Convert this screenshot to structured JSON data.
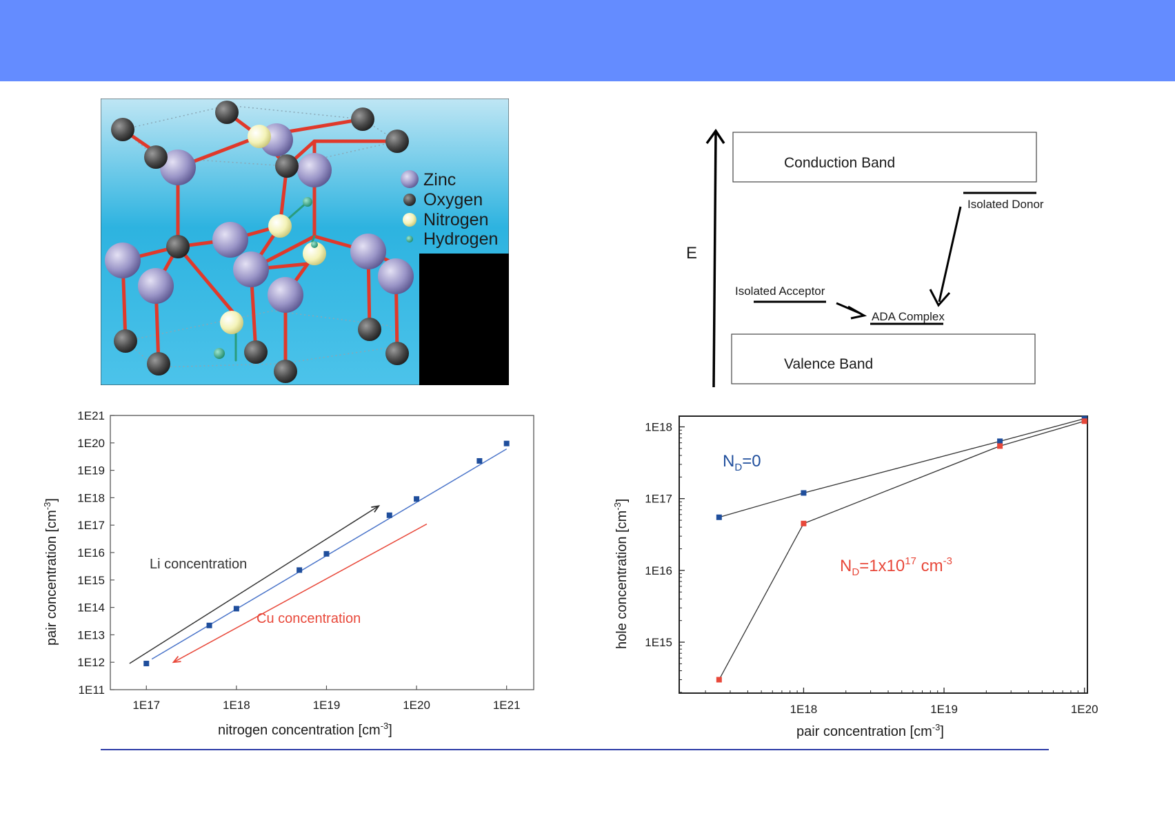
{
  "structure": {
    "legend": [
      {
        "label": "Zinc",
        "color": "#9a95c7",
        "icon": "zinc-atom-icon"
      },
      {
        "label": "Oxygen",
        "color": "#4a4a4a",
        "icon": "oxygen-atom-icon"
      },
      {
        "label": "Nitrogen",
        "color": "#f4f3b8",
        "icon": "nitrogen-atom-icon"
      },
      {
        "label": "Hydrogen",
        "color": "#2a9c7c",
        "icon": "hydrogen-atom-icon"
      }
    ]
  },
  "band_diagram": {
    "axis_label": "E",
    "conduction_band": "Conduction Band",
    "valence_band": "Valence Band",
    "donor": "Isolated Donor",
    "acceptor": "Isolated Acceptor",
    "complex": "ADA Complex"
  },
  "chart_data": [
    {
      "type": "scatter",
      "xlabel": "nitrogen concentration [cm",
      "xlabel_sup": "-3",
      "xlabel_end": "]",
      "ylabel": "pair concentration [cm",
      "ylabel_sup": "-3",
      "ylabel_end": "]",
      "x_scale": "log",
      "y_scale": "log",
      "xlim": [
        3.98e+16,
        2e+21
      ],
      "ylim": [
        100000000000.0,
        1e+21
      ],
      "x_ticks": [
        "1E17",
        "1E18",
        "1E19",
        "1E20",
        "1E21"
      ],
      "y_ticks": [
        "1E11",
        "1E12",
        "1E13",
        "1E14",
        "1E15",
        "1E16",
        "1E17",
        "1E18",
        "1E19",
        "1E20",
        "1E21"
      ],
      "points": [
        {
          "x": 1e+17,
          "y": 900000000000.0
        },
        {
          "x": 5e+17,
          "y": 22000000000000.0
        },
        {
          "x": 1e+18,
          "y": 90000000000000.0
        },
        {
          "x": 5e+18,
          "y": 2300000000000000.0
        },
        {
          "x": 1e+19,
          "y": 9000000000000000.0
        },
        {
          "x": 5e+19,
          "y": 2.3e+17
        },
        {
          "x": 1e+20,
          "y": 9e+17
        },
        {
          "x": 5e+20,
          "y": 2.2e+19
        },
        {
          "x": 1e+21,
          "y": 9.5e+19
        }
      ],
      "fit_line": [
        {
          "x": 1.15e+17,
          "y": 1300000000000.0
        },
        {
          "x": 1e+21,
          "y": 6e+19
        }
      ],
      "annotations": [
        {
          "text": "Li concentration",
          "color": "#333333",
          "arrow_from": {
            "x": 6.5e+16,
            "y": 900000000000.0
          },
          "arrow_to": {
            "x": 3.8e+19,
            "y": 5e+17
          }
        },
        {
          "text": "Cu concentration",
          "color": "#e8483a",
          "arrow_from": {
            "x": 1.3e+20,
            "y": 1.1e+17
          },
          "arrow_to": {
            "x": 2e+17,
            "y": 1000000000000.0
          }
        }
      ],
      "colors": {
        "points": "#1f4e9c",
        "fit": "#4a74c9"
      }
    },
    {
      "type": "line",
      "xlabel": "pair concentration [cm",
      "xlabel_sup": "-3",
      "xlabel_end": "]",
      "ylabel": "hole concentration [cm",
      "ylabel_sup": "-3",
      "ylabel_end": "]",
      "x_scale": "log",
      "y_scale": "log",
      "xlim": [
        1.3e+17,
        1.05e+20
      ],
      "ylim": [
        195000000000000.0,
        1.41e+18
      ],
      "x_ticks": [
        "1E18",
        "1E19",
        "1E20"
      ],
      "y_ticks": [
        "1E15",
        "1E16",
        "1E17",
        "1E18"
      ],
      "series": [
        {
          "name": "N_D=0",
          "label_main": "N",
          "label_sub": "D",
          "label_rest": "=0",
          "color": "#1f4e9c",
          "x": [
            2.5e+17,
            1e+18,
            2.5e+19,
            1e+20
          ],
          "y": [
            5.5e+16,
            1.2e+17,
            6.3e+17,
            1.3e+18
          ]
        },
        {
          "name": "N_D=1x10^17 cm^-3",
          "label_main": "N",
          "label_sub": "D",
          "label_rest": "=1x10",
          "label_sup": "17",
          "label_unit": " cm",
          "label_unit_sup": "-3",
          "color": "#e8483a",
          "x": [
            2.5e+17,
            1e+18,
            2.5e+19,
            1e+20
          ],
          "y": [
            300000000000000.0,
            4.5e+16,
            5.4e+17,
            1.2e+18
          ]
        }
      ]
    }
  ]
}
